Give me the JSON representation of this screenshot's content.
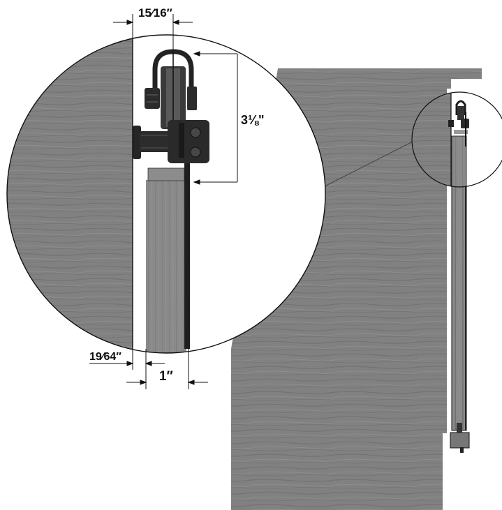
{
  "dimensions": {
    "top_width": "15⁄16″",
    "hanger_height": "3⅛\"",
    "wall_gap": "19⁄64″",
    "door_offset": "1″"
  },
  "colors": {
    "wood": "#808080",
    "wood_grain": "#6e6e6e",
    "hardware": "#2a2a2a",
    "door_cap": "#8c8c8c",
    "line": "#111111"
  }
}
